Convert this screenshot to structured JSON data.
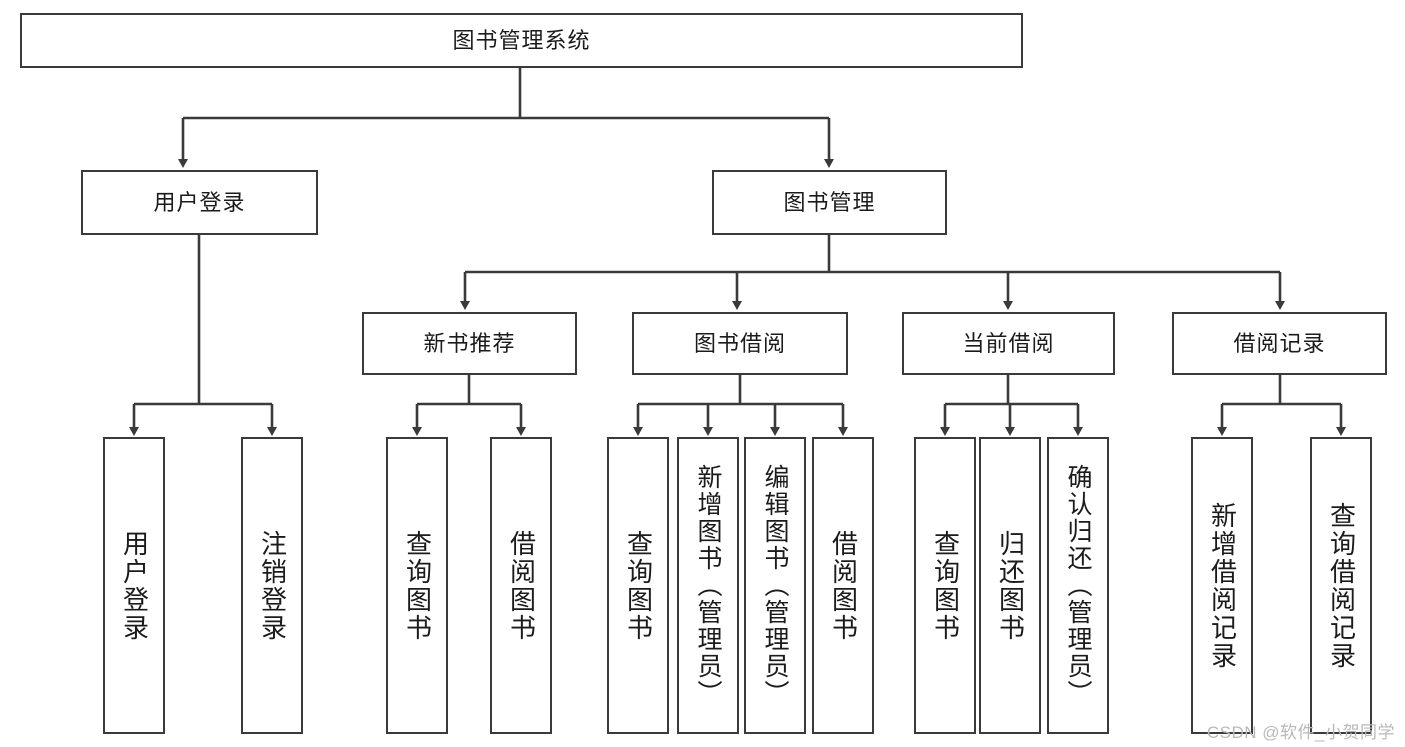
{
  "diagram": {
    "type": "tree-hierarchy",
    "title": "图书管理系统",
    "watermark": "CSDN @软件_小贺同学",
    "stroke_color": "#3a3a3a",
    "fill_color": "#ffffff",
    "text_color": "#1b1b1b",
    "root": {
      "label": "图书管理系统"
    },
    "level1": [
      {
        "label": "用户登录"
      },
      {
        "label": "图书管理"
      }
    ],
    "level2": [
      {
        "label": "新书推荐"
      },
      {
        "label": "图书借阅"
      },
      {
        "label": "当前借阅"
      },
      {
        "label": "借阅记录"
      }
    ],
    "leaves": {
      "user_login": [
        {
          "label": "用户登录"
        },
        {
          "label": "注销登录"
        }
      ],
      "new_book_recommend": [
        {
          "label": "查询图书"
        },
        {
          "label": "借阅图书"
        }
      ],
      "book_borrow": [
        {
          "label": "查询图书"
        },
        {
          "label": "新增图书（管理员）"
        },
        {
          "label": "编辑图书（管理员）"
        },
        {
          "label": "借阅图书"
        }
      ],
      "current_borrow": [
        {
          "label": "查询图书"
        },
        {
          "label": "归还图书"
        },
        {
          "label": "确认归还（管理员）"
        }
      ],
      "borrow_record": [
        {
          "label": "新增借阅记录"
        },
        {
          "label": "查询借阅记录"
        }
      ]
    }
  }
}
